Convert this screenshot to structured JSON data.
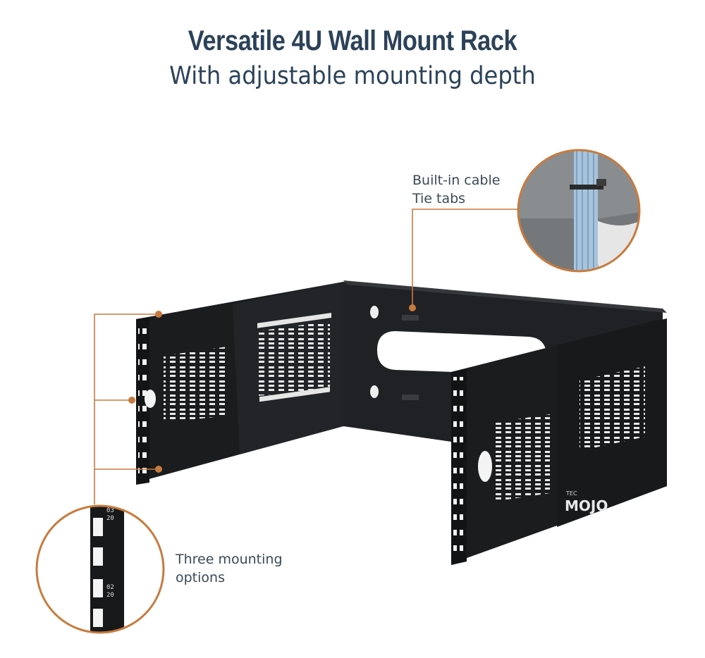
{
  "header": {
    "title": "Versatile 4U Wall Mount Rack",
    "subtitle": "With adjustable mounting depth"
  },
  "callouts": {
    "cable": {
      "line1": "Built-in cable",
      "line2": "Tie tabs"
    },
    "mounting": {
      "line1": "Three mounting",
      "line2": "options"
    }
  },
  "product": {
    "logo_small": "TEC",
    "logo_brand": "MOJO",
    "rail_marks": [
      "03",
      "20",
      "02",
      "20"
    ]
  },
  "colors": {
    "heading": "#2b4259",
    "accent": "#c77b3e",
    "metal": "#1b1c1e",
    "cable": "#9fbfd9"
  }
}
